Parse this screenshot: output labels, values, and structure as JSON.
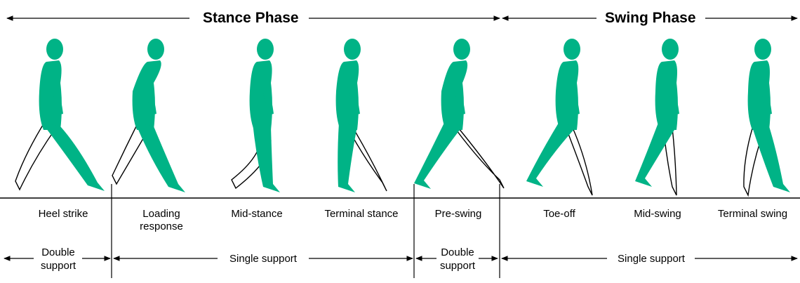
{
  "diagram": {
    "phases": [
      {
        "label": "Stance Phase"
      },
      {
        "label": "Swing Phase"
      }
    ],
    "stages": [
      {
        "label": "Heel strike"
      },
      {
        "label": "Loading\nresponse"
      },
      {
        "label": "Mid-stance"
      },
      {
        "label": "Terminal stance"
      },
      {
        "label": "Pre-swing"
      },
      {
        "label": "Toe-off"
      },
      {
        "label": "Mid-swing"
      },
      {
        "label": "Terminal swing"
      }
    ],
    "supports": [
      {
        "label": "Double\nsupport"
      },
      {
        "label": "Single support"
      },
      {
        "label": "Double\nsupport"
      },
      {
        "label": "Single support"
      }
    ],
    "colors": {
      "body_fill": "#00b386",
      "leg_outline": "#000000",
      "line": "#000000"
    }
  }
}
